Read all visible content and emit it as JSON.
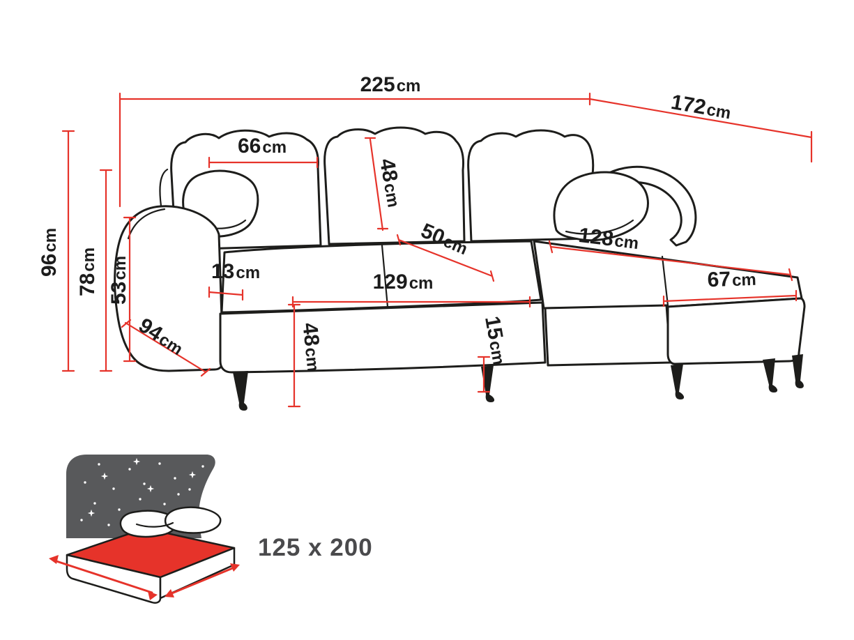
{
  "title": "Corner sofa bed dimensions diagram",
  "colors": {
    "dimension_red": "#e6332a",
    "outline_black": "#1d1d1b",
    "bed_backdrop_gray": "#58595b",
    "mattress_red": "#e6332a",
    "bed_label_gray": "#4a4a4c",
    "background": "#ffffff"
  },
  "dims": {
    "total_width": {
      "value": "225",
      "unit": "cm"
    },
    "side_depth": {
      "value": "172",
      "unit": "cm"
    },
    "overall_height": {
      "value": "96",
      "unit": "cm"
    },
    "backrest_height": {
      "value": "78",
      "unit": "cm"
    },
    "armrest_height": {
      "value": "53",
      "unit": "cm"
    },
    "back_cushion_width": {
      "value": "66",
      "unit": "cm"
    },
    "back_cushion_height": {
      "value": "48",
      "unit": "cm"
    },
    "seat_depth": {
      "value": "50",
      "unit": "cm"
    },
    "chaise_length": {
      "value": "128",
      "unit": "cm"
    },
    "armrest_width": {
      "value": "13",
      "unit": "cm"
    },
    "seat_width": {
      "value": "129",
      "unit": "cm"
    },
    "chaise_seat_width": {
      "value": "67",
      "unit": "cm"
    },
    "armrest_depth": {
      "value": "94",
      "unit": "cm"
    },
    "seat_height": {
      "value": "48",
      "unit": "cm"
    },
    "leg_height": {
      "value": "15",
      "unit": "cm"
    },
    "sleeping_area": {
      "value": "125 x 200",
      "unit": ""
    }
  }
}
